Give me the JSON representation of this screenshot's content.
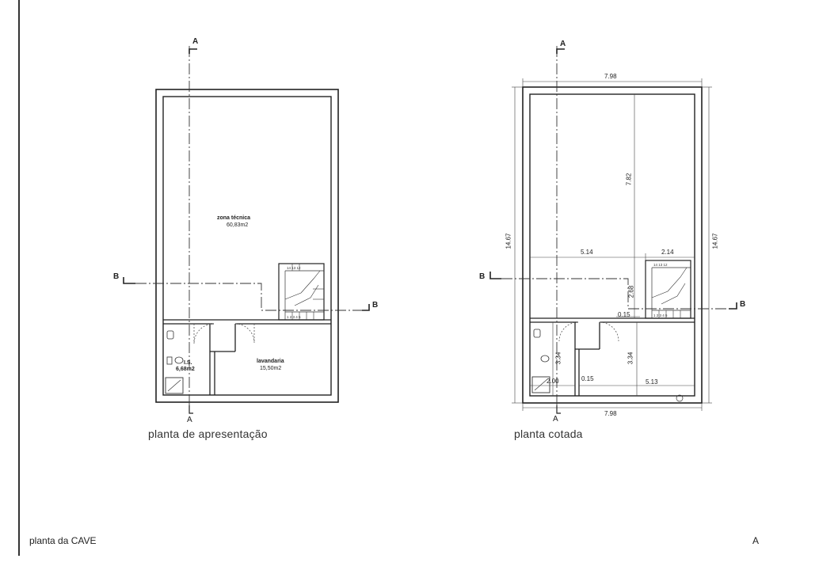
{
  "sheet": {
    "title": "planta da CAVE",
    "sheet_id": "A"
  },
  "plan_left": {
    "title": "planta de apresentação",
    "section_a": "A",
    "section_b": "B",
    "rooms": {
      "tech_name": "zona técnica",
      "tech_area": "60,83m2",
      "laundry_name": "lavandaria",
      "laundry_area": "15,50m2",
      "wc_name": "I.S.",
      "wc_area": "6,68m2"
    },
    "stair_steps_top": [
      "14",
      "13",
      "12"
    ],
    "stair_steps_bottom": [
      "1",
      "2",
      "3",
      "4",
      "5"
    ]
  },
  "plan_right": {
    "title": "planta cotada",
    "section_a": "A",
    "section_b": "B",
    "dims": {
      "top_width": "7.98",
      "bottom_width": "7.98",
      "left_height": "14.67",
      "right_height": "14.67",
      "upper_depth": "7.82",
      "mid_left": "5.14",
      "mid_right": "2.14",
      "stair_depth": "2.68",
      "wall_a": "0.15",
      "wc_depth": "3.34",
      "laundry_depth": "3.34",
      "wc_width": "2.00",
      "wall_b": "0.15",
      "laundry_width": "5.13"
    },
    "stair_steps_top": [
      "14",
      "13",
      "12"
    ],
    "stair_steps_bottom": [
      "1",
      "2",
      "3",
      "4",
      "5"
    ]
  }
}
